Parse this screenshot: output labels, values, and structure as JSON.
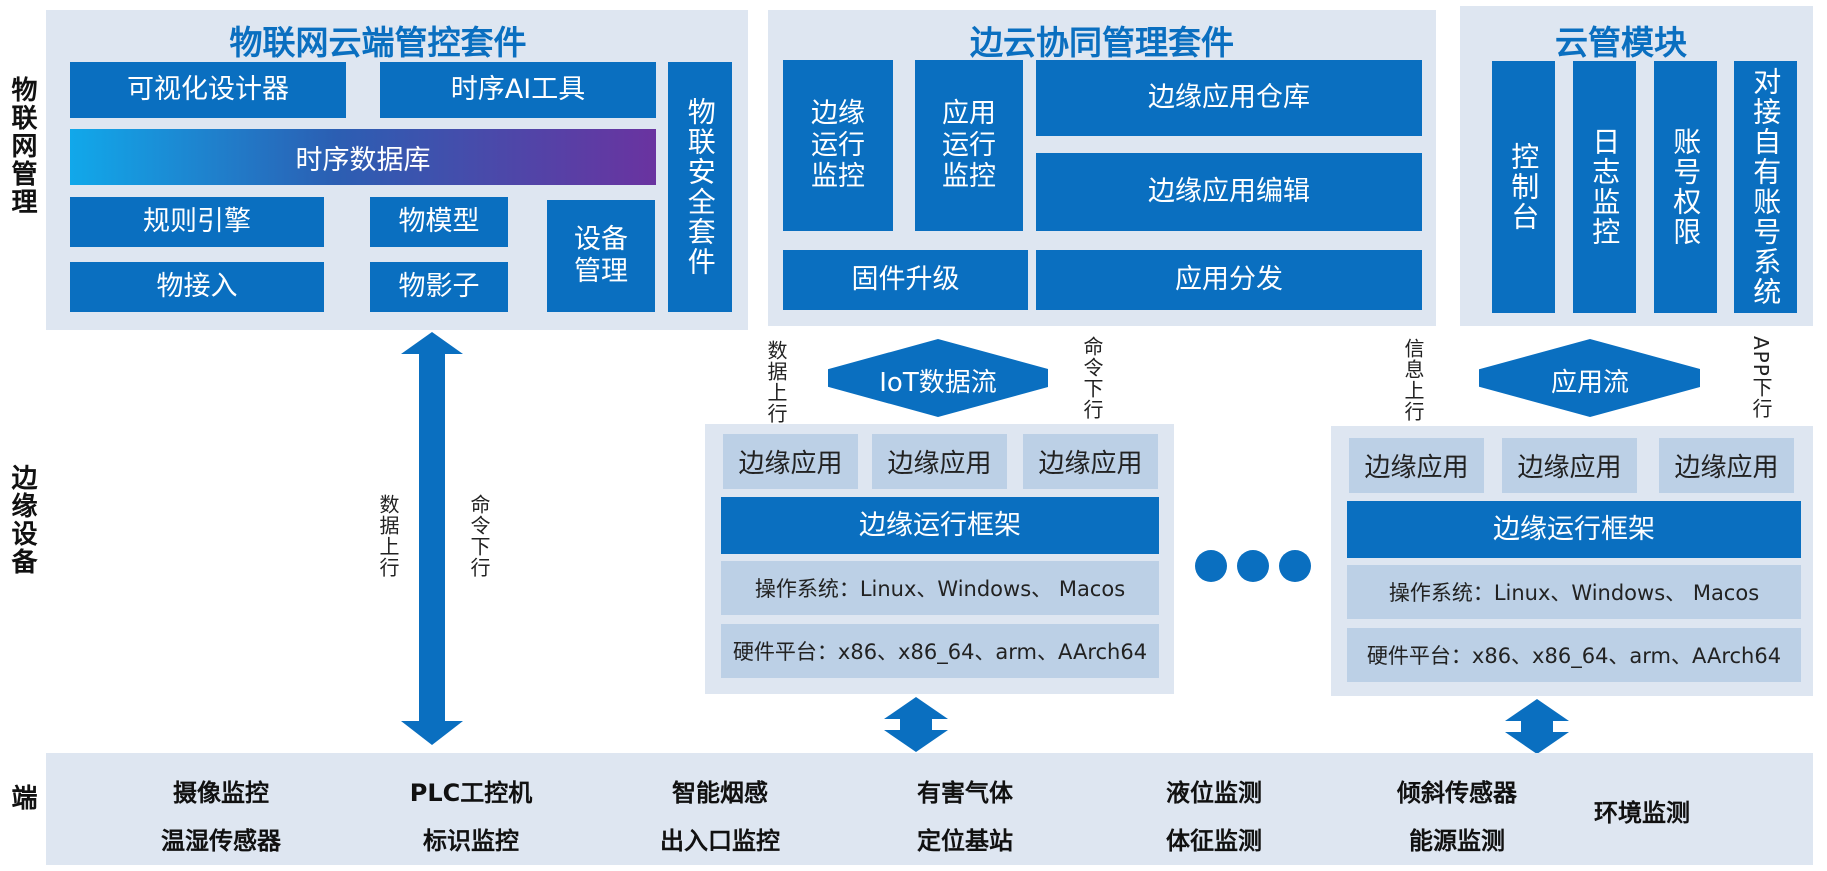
{
  "side_labels": {
    "iot": "物联网管理",
    "edge": "边缘设备",
    "end": "端"
  },
  "iot_panel": {
    "title": "物联网云端管控套件",
    "visual_designer": "可视化设计器",
    "ts_ai": "时序AI工具",
    "ts_db": "时序数据库",
    "rule_engine": "规则引擎",
    "thing_model": "物模型",
    "device_access": "物接入",
    "shadow": "物影子",
    "device_mgmt": "设备管理",
    "security": "物联安全套件"
  },
  "edge_panel": {
    "title": "边云协同管理套件",
    "edge_monitor": "边缘运行监控",
    "app_monitor": "应用运行监控",
    "app_repo": "边缘应用仓库",
    "app_edit": "边缘应用编辑",
    "firmware": "固件升级",
    "distribution": "应用分发"
  },
  "cloud_panel": {
    "title": "云管模块",
    "console": "控制台",
    "log_monitor": "日志监控",
    "account_perm": "账号权限",
    "own_account": "对接自有账号系统"
  },
  "flows": {
    "iot_stream": "IoT数据流",
    "app_stream": "应用流",
    "data_up": "数据上行",
    "cmd_down": "命令下行",
    "info_up": "信息上行",
    "app_down": "APP下行"
  },
  "edge_nodes": [
    {
      "apps": [
        "边缘应用",
        "边缘应用",
        "边缘应用"
      ],
      "framework": "边缘运行框架",
      "os": "操作系统：Linux、Windows、 Macos",
      "hw": "硬件平台：x86、x86_64、arm、AArch64"
    },
    {
      "apps": [
        "边缘应用",
        "边缘应用",
        "边缘应用"
      ],
      "framework": "边缘运行框架",
      "os": "操作系统：Linux、Windows、 Macos",
      "hw": "硬件平台：x86、x86_64、arm、AArch64"
    }
  ],
  "devices": [
    [
      "摄像监控",
      "温湿传感器"
    ],
    [
      "PLC工控机",
      "标识监控"
    ],
    [
      "智能烟感",
      "出入口监控"
    ],
    [
      "有害气体",
      "定位基站"
    ],
    [
      "液位监测",
      "体征监测"
    ],
    [
      "倾斜传感器",
      "能源监测"
    ],
    [
      "环境监测"
    ]
  ],
  "colors": {
    "primary": "#0a6fc0",
    "panel": "#dee6f1",
    "light_box": "#bcd0e6"
  }
}
